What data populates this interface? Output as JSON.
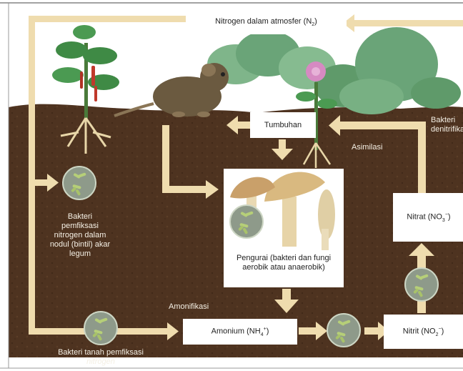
{
  "colors": {
    "soil": "#4e3320",
    "soil_dark": "#3b2516",
    "sky": "#ffffff",
    "arrow": "#efdcae",
    "box": "#ffffff",
    "bacteria_cell": "#8e9a8a",
    "bacteria_rod": "#b6cf78",
    "leaf": "#5f9a6a",
    "mouse": "#6b5a40"
  },
  "labels": {
    "atmosphere": "Nitrogen dalam atmosfer (N",
    "atmosphere_sub": "2",
    "atmosphere_end": ")",
    "tumbuhan": "Tumbuhan",
    "asimilasi": "Asimilasi",
    "bakteri_denitrifikasi": "Bakteri\ndenitrifikasi",
    "nitrat": "Nitrat (NO",
    "nitrat_sub": "3",
    "nitrat_sup": "−",
    "nitrat_end": ")",
    "pengurai": "Pengurai (bakteri dan fungi\naerobik atau anaerobik)",
    "amonifikasi": "Amonifikasi",
    "amonium": "Amonium (NH",
    "amonium_sub": "4",
    "amonium_sup": "+",
    "amonium_end": ")",
    "nitrit": "Nitrit (NO",
    "nitrit_sub": "2",
    "nitrit_sup": "−",
    "nitrit_end": ")",
    "bakteri_nodul": "Bakteri\npemfiksasi\nnitrogen dalam\nnodul (bintil) akar\nlegum",
    "bakteri_tanah": "Bakteri tanah pemfiksasi",
    "bakteri_tanah_italic": "nitrogen"
  },
  "icons": [
    "bacteria-icon",
    "legume-plant-icon",
    "mouse-icon",
    "flowering-plant-icon",
    "mushroom-icon"
  ]
}
